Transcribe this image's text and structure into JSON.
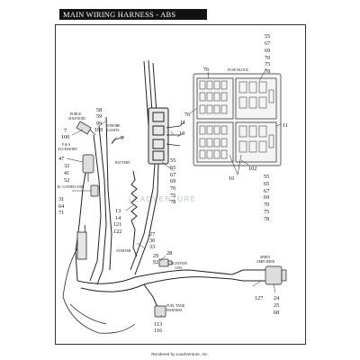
{
  "header": {
    "title": "MAIN WIRING HARNESS - ABS BRAKES"
  },
  "watermark": "LEADVENTURE",
  "footer": "Rendered by LeadVenture, Inc.",
  "labels": {
    "purge_solenoid": [
      "PURGE",
      "SOLENOID"
    ],
    "strobe_lights": [
      "STROBE",
      "LIGHTS"
    ],
    "pa_accessory": [
      "P & A",
      "ACCESSORY"
    ],
    "battery": "BATTERY",
    "b_plus_connector": "B+ CONNECTOR",
    "fuse_block": "FUSE BLOCK",
    "starter": "STARTER",
    "ignition_coil": [
      "IGNITION",
      "COIL"
    ],
    "siren_amplifier": [
      "SIREN",
      "AMPLIFIER"
    ],
    "fuel_tank_harness": [
      "FUEL TANK",
      "HARNESS"
    ]
  },
  "callouts": {
    "c_7_100": [
      "7",
      "100"
    ],
    "c_58_59_99_109": [
      "58",
      "59",
      "99",
      "109"
    ],
    "c_5": "5",
    "c_47": "47",
    "c_32_41_52": [
      "32",
      "41",
      "52"
    ],
    "c_31_64_71": [
      "31",
      "64",
      "71"
    ],
    "c_13_14_121_122": [
      "13",
      "14",
      "121",
      "122"
    ],
    "c_27_30_33": [
      "27",
      "30",
      "33"
    ],
    "c_29_92": [
      "29",
      "92"
    ],
    "c_28": "28",
    "c_113_116": [
      "113",
      "116"
    ],
    "c_11_left": "11",
    "c_10": "10",
    "c_55_group_mid": [
      "55",
      "65",
      "67",
      "69",
      "70",
      "75",
      "78"
    ],
    "c_55_group_top": [
      "55",
      "67",
      "69",
      "70",
      "75",
      "78"
    ],
    "c_76_top": "76",
    "c_76_left": "76",
    "c_11_right": "11",
    "c_10_fuse": "10",
    "c_102": "102",
    "c_55_group_right": [
      "55",
      "65",
      "67",
      "69",
      "70",
      "75",
      "78"
    ],
    "c_127": "127",
    "c_24_25_68": [
      "24",
      "25",
      "68"
    ]
  }
}
